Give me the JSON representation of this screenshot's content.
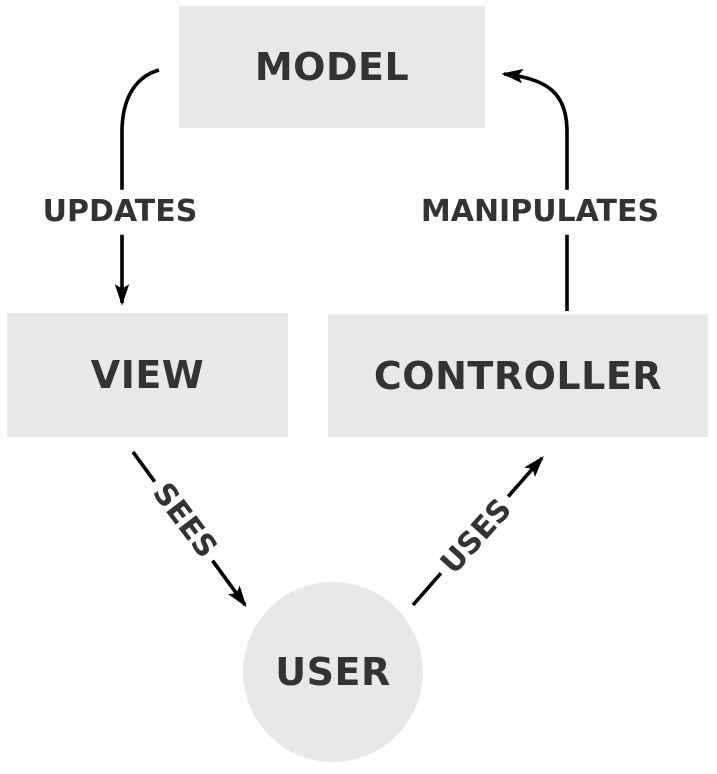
{
  "diagram_type": "mvc-architecture",
  "nodes": {
    "model": {
      "label": "MODEL",
      "shape": "rectangle"
    },
    "view": {
      "label": "VIEW",
      "shape": "rectangle"
    },
    "controller": {
      "label": "CONTROLLER",
      "shape": "rectangle"
    },
    "user": {
      "label": "USER",
      "shape": "circle"
    }
  },
  "edges": {
    "updates": {
      "label": "UPDATES",
      "from": "model",
      "to": "view"
    },
    "manipulates": {
      "label": "MANIPULATES",
      "from": "controller",
      "to": "model"
    },
    "sees": {
      "label": "SEES",
      "from": "view",
      "to": "user"
    },
    "uses": {
      "label": "USES",
      "from": "user",
      "to": "controller"
    }
  },
  "colors": {
    "background": "#ffffff",
    "node_fill": "#e8e8e8",
    "label_text": "#333333",
    "arrow": "#000000"
  }
}
